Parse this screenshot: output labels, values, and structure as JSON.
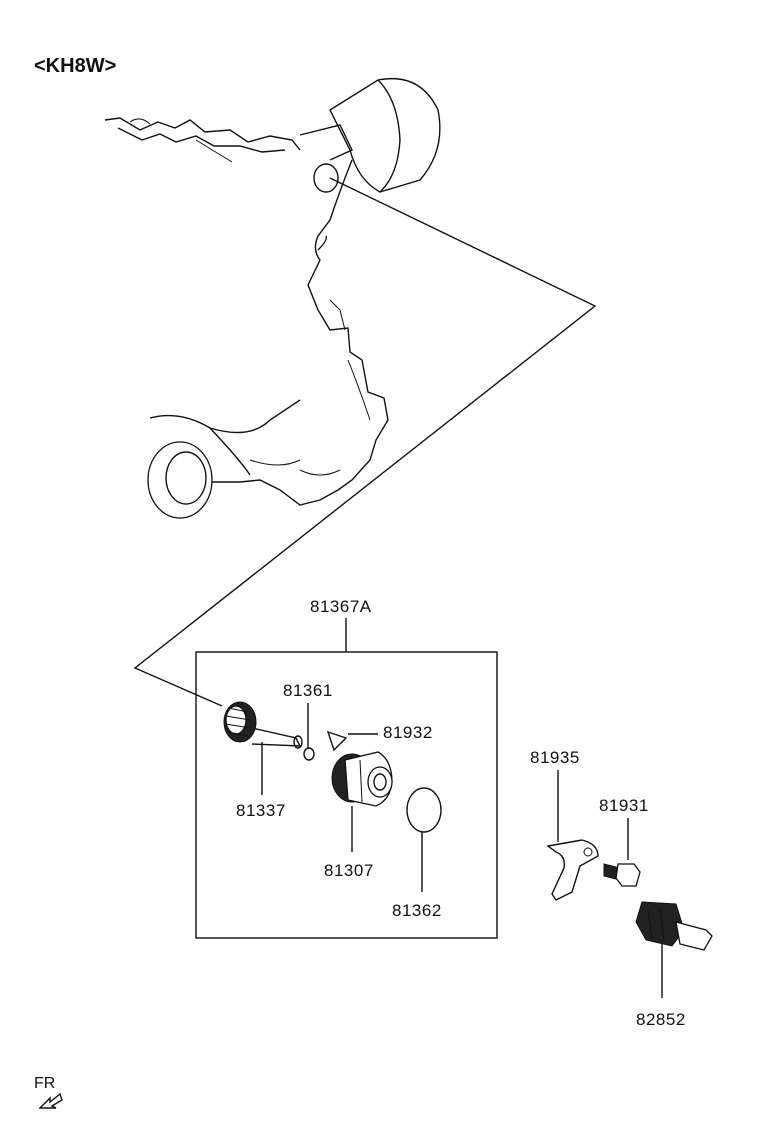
{
  "header": {
    "model_code": "<KH8W>"
  },
  "callouts": {
    "assembly": "81367A",
    "oring_small": "81361",
    "pin": "81932",
    "gear": "81337",
    "sleeve": "81307",
    "oring_large": "81362",
    "clamp_plate": "81935",
    "bolt": "81931",
    "sensor": "82852"
  },
  "orientation": {
    "label": "FR",
    "icon": "arrow-fr-icon"
  }
}
